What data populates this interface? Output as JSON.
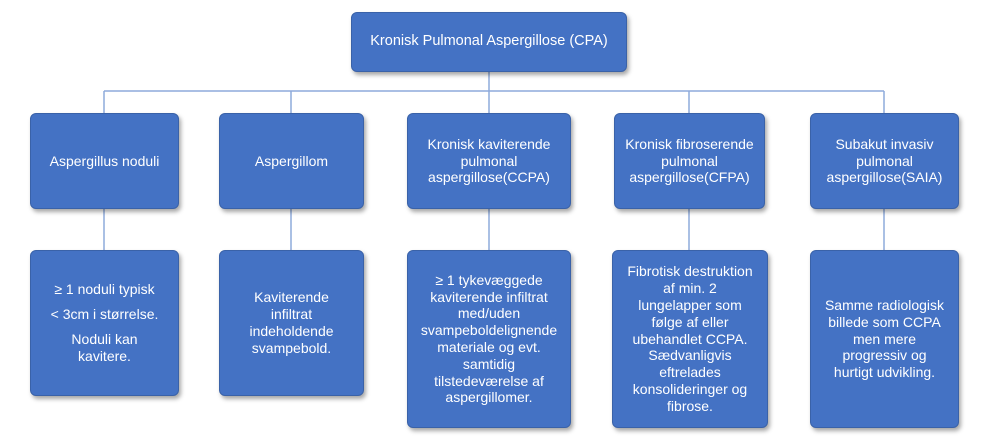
{
  "root": {
    "label": "Kronisk Pulmonal Aspergillose (CPA)"
  },
  "columns": [
    {
      "title": "Aspergillus noduli",
      "detail": [
        "≥ 1 noduli typisk",
        "< 3cm i størrelse.",
        "Noduli kan\nkavitere."
      ]
    },
    {
      "title": "Aspergillom",
      "detail": [
        "Kaviterende\ninfiltrat\nindeholdende\nsvampebold."
      ]
    },
    {
      "title": "Kronisk kaviterende\npulmonal\naspergillose(CCPA)",
      "detail": [
        "≥ 1 tykevæggede\nkaviterende infiltrat\nmed/uden\nsvampeboldelignende\nmateriale og evt.\nsamtidig\ntilstedeværelse af\naspergillomer."
      ]
    },
    {
      "title": "Kronisk fibroserende\npulmonal\naspergillose(CFPA)",
      "detail": [
        "Fibrotisk destruktion\naf min. 2\nlungelapper som\nfølge af eller\nubehandlet CCPA.\nSædvanligvis\neftrelades\nkonsolideringer og\nfibrose."
      ]
    },
    {
      "title": "Subakut invasiv\npulmonal\naspergillose(SAIA)",
      "detail": [
        "Samme radiologisk\nbillede som CCPA\nmen mere\nprogressiv og\nhurtigt udvikling."
      ]
    }
  ],
  "colors": {
    "box_fill": "#4472c4",
    "connector": "#8eaadb",
    "text": "#ffffff"
  }
}
